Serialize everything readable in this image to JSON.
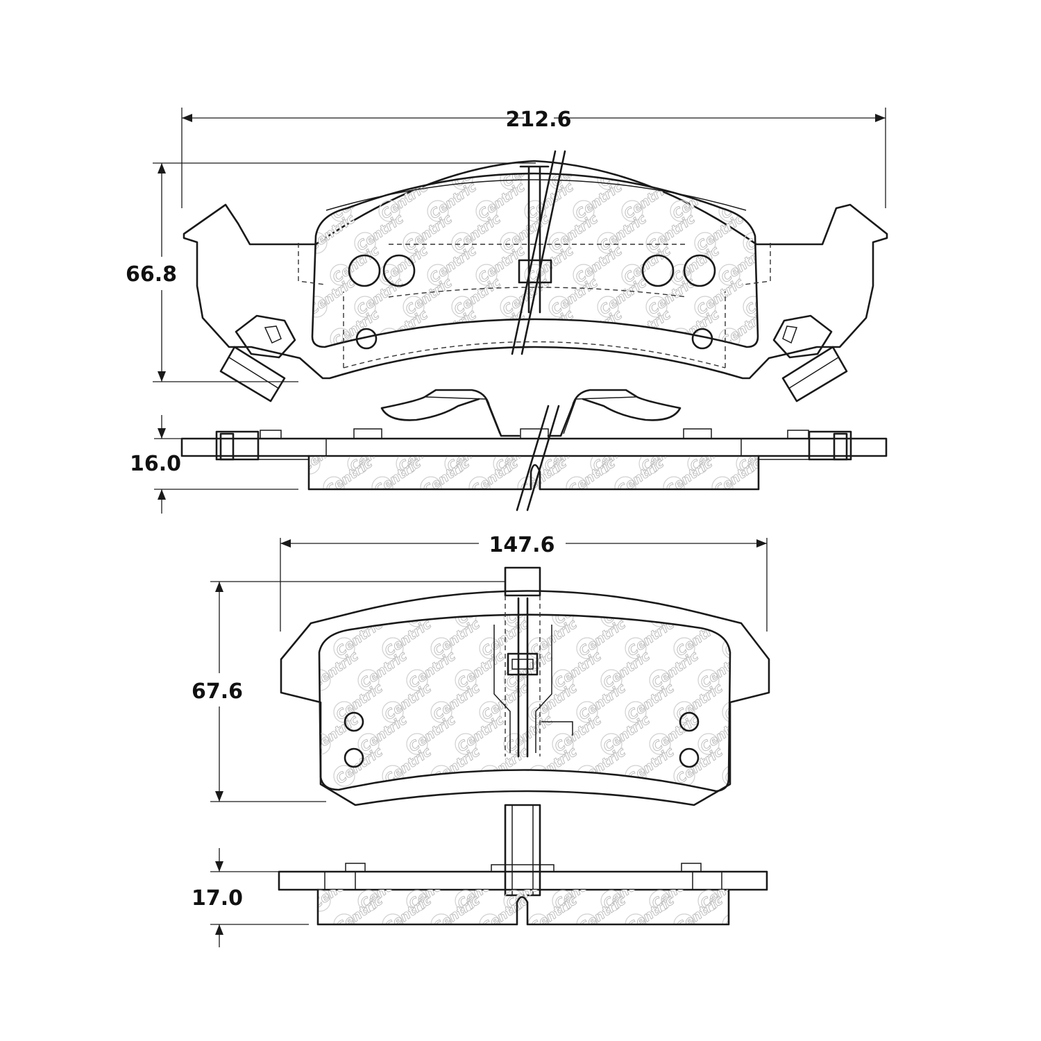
{
  "dimensions": {
    "pad1_width": "212.6",
    "pad1_height": "66.8",
    "pad1_thickness": "16.0",
    "pad2_width": "147.6",
    "pad2_height": "67.6",
    "pad2_thickness": "17.0"
  },
  "watermark": {
    "text": "Centric"
  },
  "colors": {
    "line": "#1a1a1a",
    "watermark_outline": "#b9b9b9",
    "background": "#ffffff"
  }
}
